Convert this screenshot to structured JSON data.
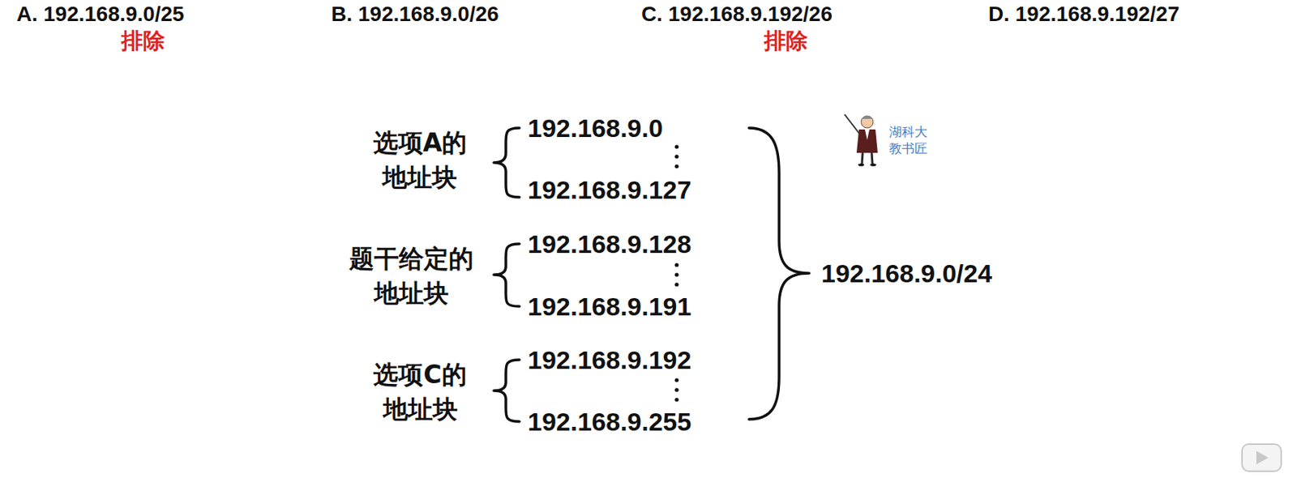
{
  "diagram": {
    "labels": [
      "A. 192.168.9.0/25",
      "B. 192.168.9.0/26",
      "C. 192.168.9.192/26",
      "D. 192.168.9.192/27",
      "排除",
      "排除",
      "选项A的 地址块",
      "192.168.9.0",
      "192.168.9.127",
      "题干给定的 地址块",
      "192.168.9.128",
      "192.168.9.191",
      "192.168.9.0/24",
      "选项C的 地址块",
      "192.168.9.192",
      "192.168.9.255",
      "湖科大 教书匠"
    ]
  }
}
